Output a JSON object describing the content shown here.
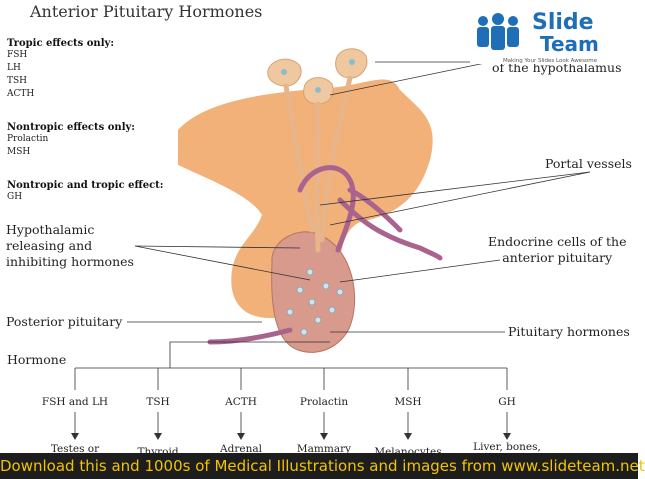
{
  "title": "Anterior Pituitary Hormones",
  "legend": {
    "tropic": {
      "heading": "Tropic effects only:",
      "items": [
        "FSH",
        "LH",
        "TSH",
        "ACTH"
      ]
    },
    "nontropic": {
      "heading": "Nontropic effects only:",
      "items": [
        "Prolactin",
        "MSH"
      ]
    },
    "both": {
      "heading": "Nontropic and tropic effect:",
      "items": [
        "GH"
      ]
    }
  },
  "labels": {
    "hypothalamus_partial": "of the hypothalamus",
    "portal_vessels": "Portal vessels",
    "hypothalamic_hormones": [
      "Hypothalamic",
      "releasing and",
      "inhibiting hormones"
    ],
    "endocrine_cells": [
      "Endocrine cells of the",
      "anterior pituitary"
    ],
    "posterior_pituitary": "Posterior pituitary",
    "pituitary_hormones": "Pituitary hormones",
    "hormone": "Hormone"
  },
  "hormones": [
    {
      "name": "FSH and LH",
      "target": "Testes or"
    },
    {
      "name": "TSH",
      "target": "Thyroid"
    },
    {
      "name": "ACTH",
      "target": "Adrenal"
    },
    {
      "name": "Prolactin",
      "target": "Mammary"
    },
    {
      "name": "MSH",
      "target": "Melanocytes"
    },
    {
      "name": "GH",
      "target": "Liver, bones,"
    }
  ],
  "logo": {
    "word1": "Slide",
    "word2": "Team",
    "tagline": "Making Your Slides Look Awesome"
  },
  "banner": "Download this and 1000s of Medical Illustrations and images from www.slideteam.net",
  "colors": {
    "gland": "#f2b178",
    "vessel": "#a9638e",
    "lobe": "#d79a8c",
    "banner_text": "#f2c300",
    "logo_blue": "#1e6fb8"
  }
}
